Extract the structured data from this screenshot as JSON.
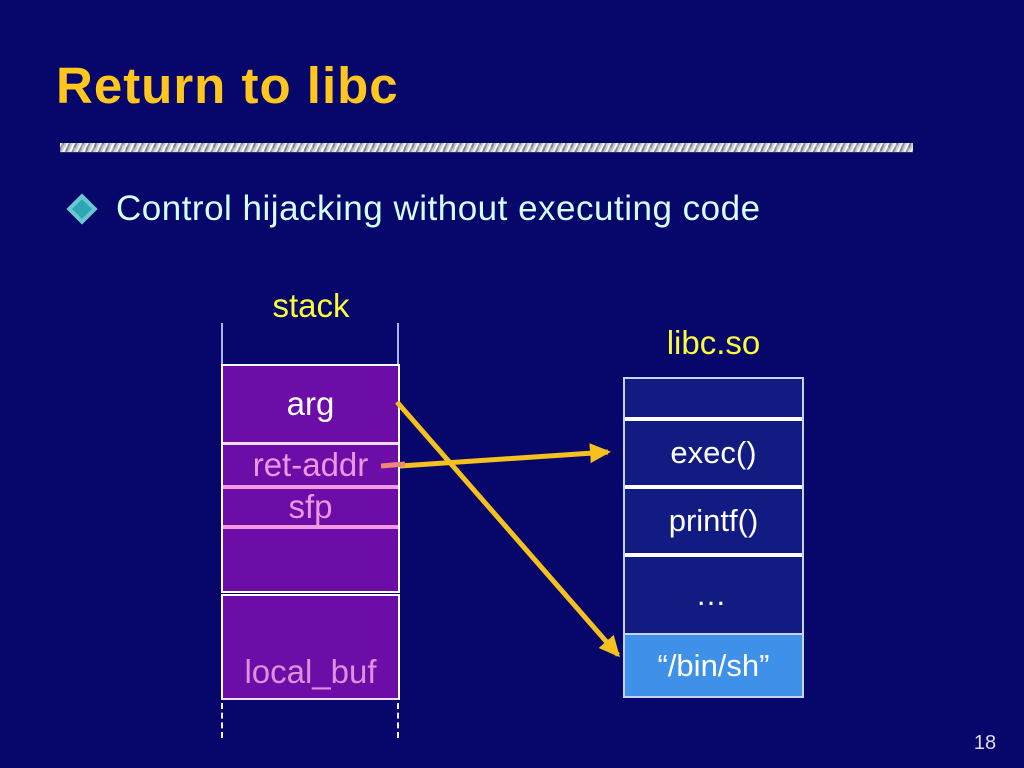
{
  "slide": {
    "title": "Return to libc",
    "bullet_text": "Control hijacking without executing code",
    "page_number": "18"
  },
  "stack_diagram": {
    "label": "stack",
    "rows": [
      "arg",
      "ret-addr",
      "sfp",
      ""
    ],
    "buffer_label": "local_buf"
  },
  "libc_diagram": {
    "label": "libc.so",
    "rows": [
      "",
      "exec()",
      "printf()",
      "…",
      "“/bin/sh”"
    ]
  },
  "arrows": [
    {
      "from": "ret-addr",
      "to": "exec()"
    },
    {
      "from": "arg",
      "to": "“/bin/sh”"
    }
  ],
  "colors": {
    "background": "#06066B",
    "title_yellow": "#FFC61E",
    "label_yellow": "#FBFB3C",
    "arrow_yellow": "#F5C11E",
    "arrow_tick_salmon": "#F08878",
    "stack_purple": "#6B0DA6",
    "libc_navy": "#111B82",
    "binsh_blue": "#3F90E8",
    "pink_text": "#EE96E2",
    "bullet_diamond_cyan": "#2FA6B4",
    "bullet_text_cyan": "#D5FFFF"
  }
}
